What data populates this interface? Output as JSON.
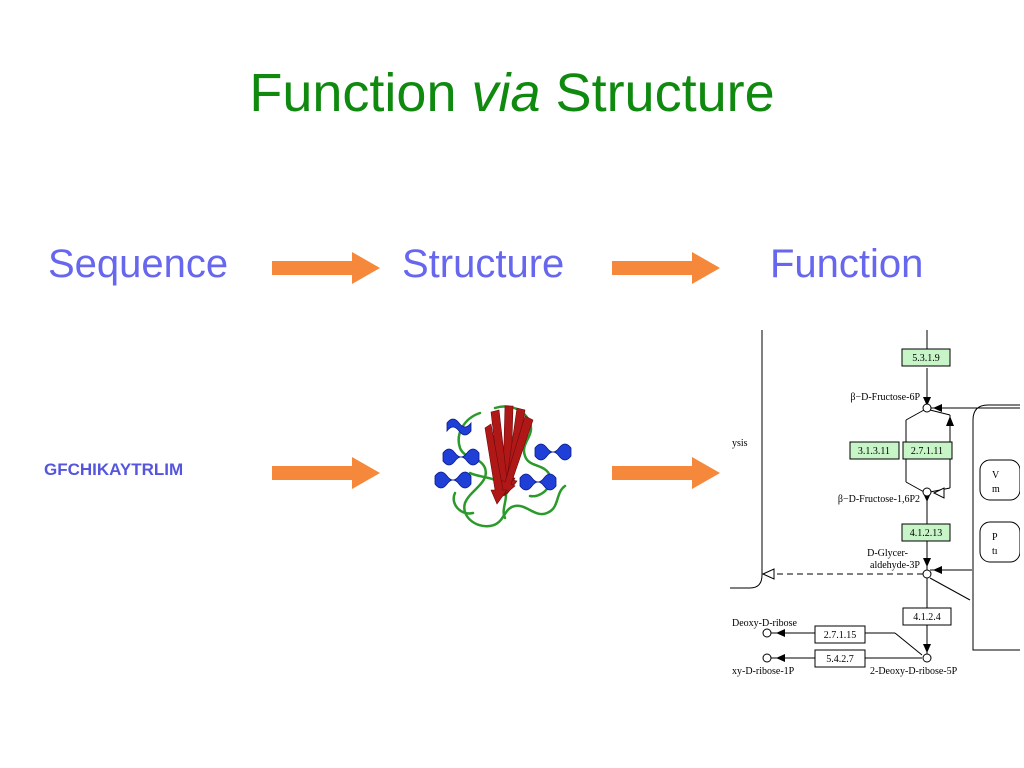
{
  "title": {
    "part1": "Function",
    "italic": "via",
    "part2": "Structure"
  },
  "flow_labels": {
    "sequence": "Sequence",
    "structure": "Structure",
    "function": "Function"
  },
  "sequence_text": "GFCHIKAYTRLIM",
  "colors": {
    "title": "#0f8a0f",
    "labels": "#6666ee",
    "arrow": "#f5883a",
    "enzyme_box": "#c8f5c8"
  },
  "pathway": {
    "enzymes": [
      "5.3.1.9",
      "3.1.3.11",
      "2.7.1.11",
      "4.1.2.13",
      "4.1.2.4",
      "2.7.1.15",
      "5.4.2.7"
    ],
    "compounds": {
      "f6p": "β−D-Fructose-6P",
      "fbp": "β−D-Fructose-1,6P2",
      "g3p_1": "D-Glycer-",
      "g3p_2": "aldehyde-3P",
      "deoxyribose": "Deoxy-D-ribose",
      "deoxyribose1p": "xy-D-ribose-1P",
      "deoxyribose5p": "2-Deoxy-D-ribose-5P",
      "cut_left": "ysis",
      "cut_right_1a": "V",
      "cut_right_1b": "m",
      "cut_right_2a": "P",
      "cut_right_2b": "tı"
    }
  }
}
